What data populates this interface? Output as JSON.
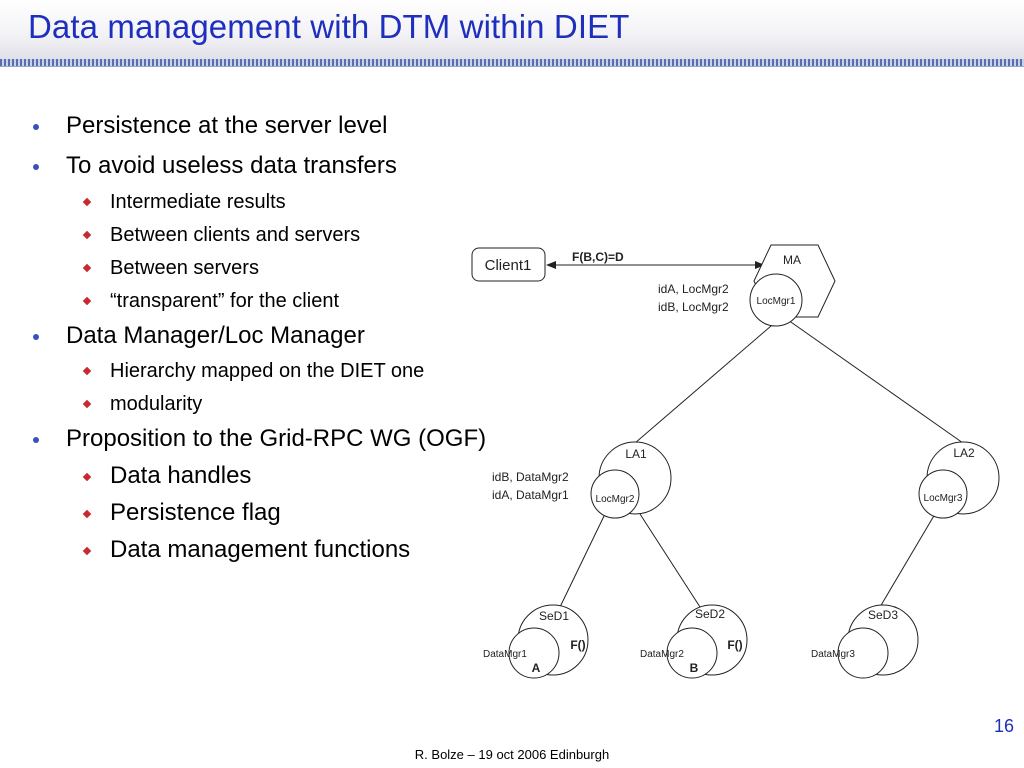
{
  "slide": {
    "title": "Data management with DTM within DIET",
    "page_number": "16",
    "footer": "R. Bolze – 19 oct 2006 Edinburgh"
  },
  "bullets": [
    {
      "level": 1,
      "text": "Persistence at the server level"
    },
    {
      "level": 1,
      "text": "To avoid useless data transfers"
    },
    {
      "level": 2,
      "text": "Intermediate results"
    },
    {
      "level": 2,
      "text": "Between clients and servers"
    },
    {
      "level": 2,
      "text": "Between servers"
    },
    {
      "level": 2,
      "text": "“transparent” for the client"
    },
    {
      "level": 1,
      "text": "Data Manager/Loc Manager"
    },
    {
      "level": 2,
      "text": "Hierarchy mapped on the DIET one"
    },
    {
      "level": 2,
      "text": "modularity"
    },
    {
      "level": 1,
      "text": "Proposition to the Grid-RPC WG (OGF)"
    },
    {
      "level": 2,
      "text": "Data handles"
    },
    {
      "level": 2,
      "text": "Persistence flag"
    },
    {
      "level": 2,
      "text": "Data management functions"
    }
  ],
  "diagram": {
    "client": "Client1",
    "request": "F(B,C)=D",
    "ma": {
      "name": "MA",
      "manager": "LocMgr1",
      "entries": [
        "idA, LocMgr2",
        "idB, LocMgr2"
      ]
    },
    "la1": {
      "name": "LA1",
      "manager": "LocMgr2",
      "entries": [
        "idB, DataMgr2",
        "idA, DataMgr1"
      ]
    },
    "la2": {
      "name": "LA2",
      "manager": "LocMgr3"
    },
    "sed1": {
      "name": "SeD1",
      "manager": "DataMgr1",
      "func": "F()",
      "data": "A"
    },
    "sed2": {
      "name": "SeD2",
      "manager": "DataMgr2",
      "func": "F()",
      "data": "B"
    },
    "sed3": {
      "name": "SeD3",
      "manager": "DataMgr3"
    }
  },
  "colors": {
    "title": "#1f2fbd",
    "bullet_level1": "#3b50c0",
    "bullet_level2": "#c8282e"
  }
}
